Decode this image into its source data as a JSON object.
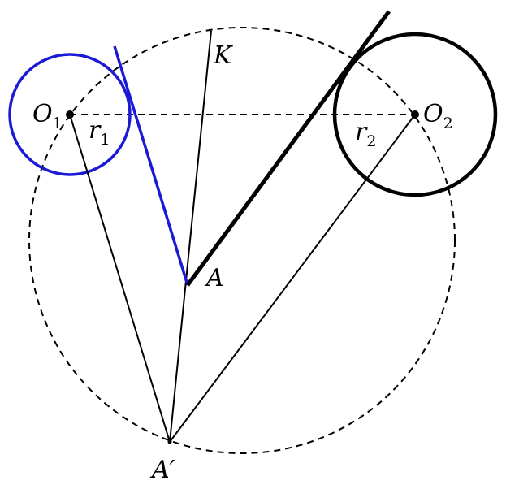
{
  "diagram": {
    "labels": {
      "O1_main": "O",
      "O1_sub": "1",
      "O2_main": "O",
      "O2_sub": "2",
      "r1_main": "r",
      "r1_sub": "1",
      "r2_main": "r",
      "r2_sub": "2",
      "K": "K",
      "A": "A",
      "A_prime": "A′"
    },
    "colors": {
      "blue": "#1a1ad6",
      "black": "#000000",
      "background": "#ffffff"
    }
  }
}
